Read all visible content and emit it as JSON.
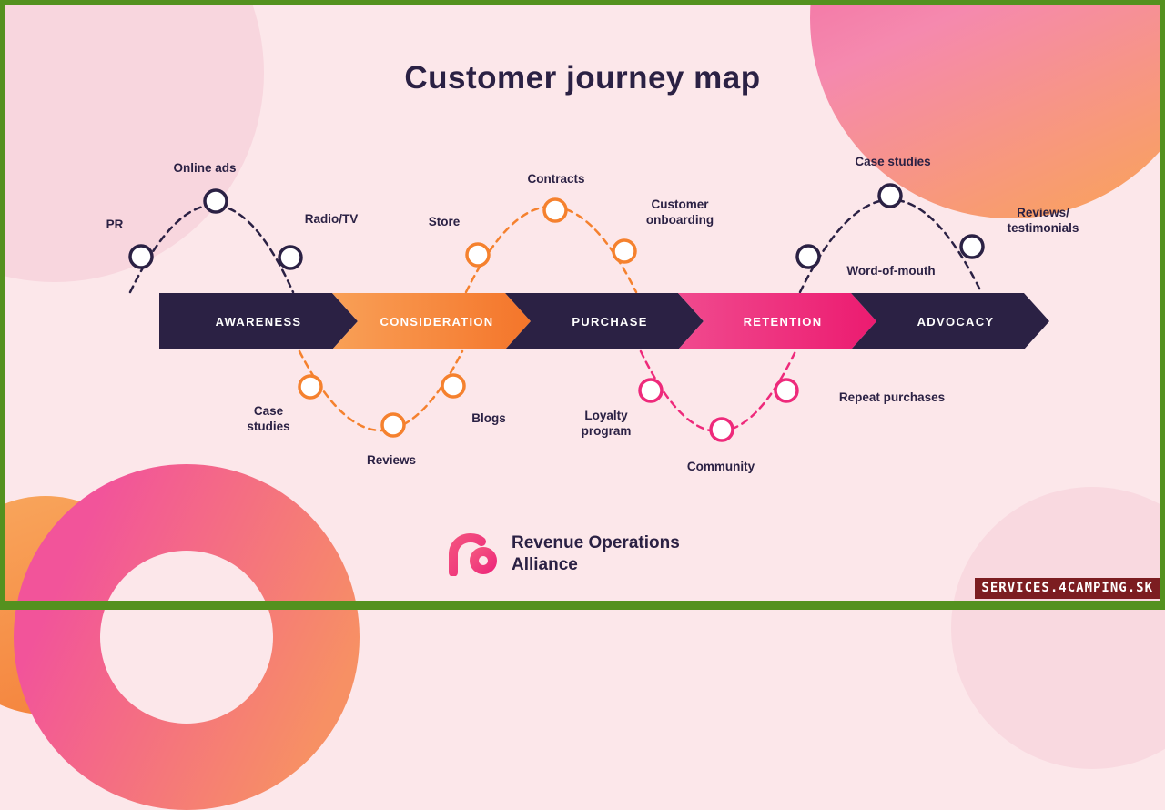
{
  "title": "Customer journey map",
  "colors": {
    "background": "#fce7ea",
    "dark_navy": "#2b2144",
    "orange": "#f5812e",
    "pink": "#ee2a7b",
    "frame_green": "#54911f",
    "watermark_background": "#7c1d21"
  },
  "stages": [
    {
      "label": "AWARENESS",
      "color": "#2b2144"
    },
    {
      "label": "CONSIDERATION",
      "color": "#f5812e"
    },
    {
      "label": "PURCHASE",
      "color": "#2b2144"
    },
    {
      "label": "RETENTION",
      "color": "#ee2a7b"
    },
    {
      "label": "ADVOCACY",
      "color": "#2b2144"
    }
  ],
  "touchpoints": {
    "pr": "PR",
    "online_ads": "Online ads",
    "radio_tv": "Radio/TV",
    "store": "Store",
    "contracts": "Contracts",
    "customer_onboarding": "Customer onboarding",
    "case_studies_top": "Case studies",
    "word_of_mouth": "Word-of-mouth",
    "reviews_testimonials": "Reviews/ testimonials",
    "case_studies_bottom": "Case studies",
    "reviews": "Reviews",
    "blogs": "Blogs",
    "loyalty_program": "Loyalty program",
    "community": "Community",
    "repeat_purchases": "Repeat purchases"
  },
  "logo": {
    "line1": "Revenue Operations",
    "line2": "Alliance"
  },
  "watermark": "SERVICES.4CAMPING.SK"
}
